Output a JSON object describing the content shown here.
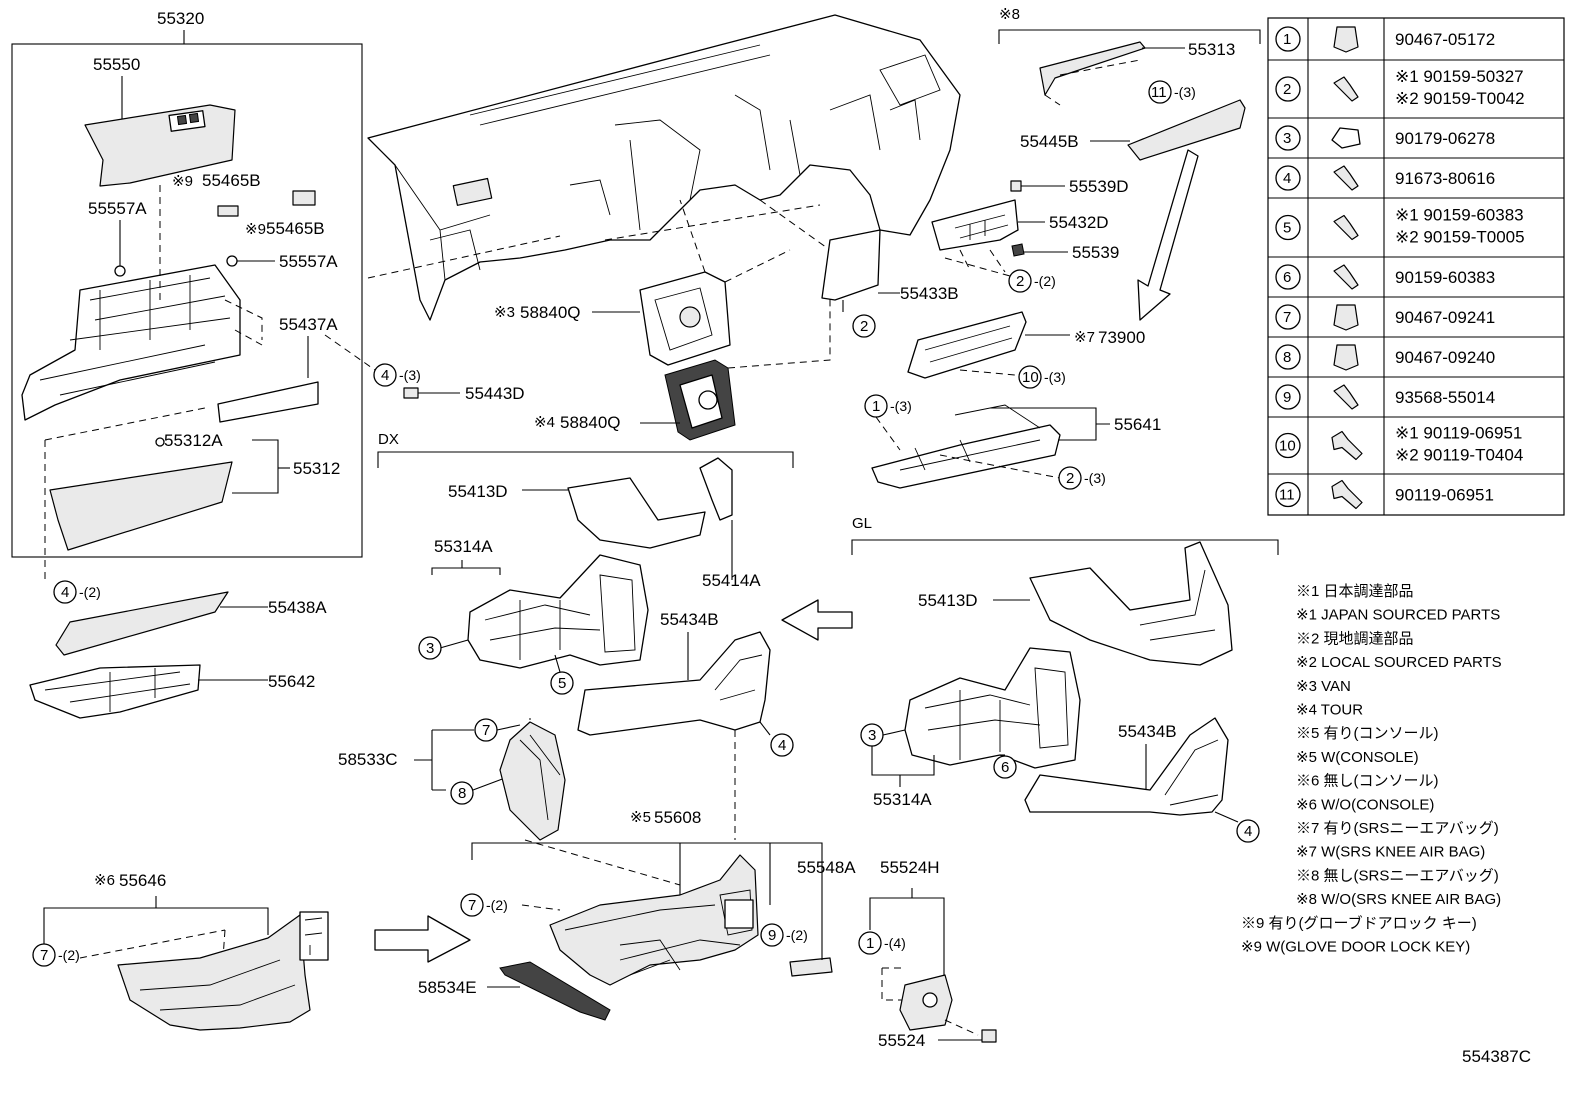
{
  "top_group": {
    "part": "55320"
  },
  "group_labels": {
    "dx": "DX",
    "gl": "GL"
  },
  "parts": {
    "p55550": "55550",
    "p55465B_a": "55465B",
    "p55465B_b": "55465B",
    "p55557A_a": "55557A",
    "p55557A_b": "55557A",
    "p55437A": "55437A",
    "p55443D": "55443D",
    "p55312A": "55312A",
    "p55312": "55312",
    "p55438A": "55438A",
    "p55642": "55642",
    "p58840Q_a": "58840Q",
    "p58840Q_b": "58840Q",
    "p55433B": "55433B",
    "p55313": "55313",
    "p55445B": "55445B",
    "p55539D": "55539D",
    "p55432D": "55432D",
    "p55539": "55539",
    "p73900": "73900",
    "p55641": "55641",
    "p55413D_dx": "55413D",
    "p55414A": "55414A",
    "p55314A_dx": "55314A",
    "p55434B_dx": "55434B",
    "p58533C": "58533C",
    "p55608": "55608",
    "p55548A": "55548A",
    "p55524H": "55524H",
    "p55646": "55646",
    "p58534E": "58534E",
    "p55524": "55524",
    "p55413D_gl": "55413D",
    "p55434B_gl": "55434B",
    "p55314A_gl": "55314A"
  },
  "note_marks": {
    "m9a": "※9",
    "m9b": "※9",
    "m3": "※3",
    "m4": "※4",
    "m7": "※7",
    "m8": "※8",
    "m5": "※5",
    "m6": "※6"
  },
  "callouts": {
    "c4a": {
      "num": "4",
      "qty": "-(3)"
    },
    "c4b": {
      "num": "4",
      "qty": "-(2)"
    },
    "c11": {
      "num": "11",
      "qty": "-(3)"
    },
    "c2a": {
      "num": "2",
      "qty": "-(2)"
    },
    "c2b": {
      "num": "2",
      "qty": ""
    },
    "c10": {
      "num": "10",
      "qty": "-(3)"
    },
    "c1a": {
      "num": "1",
      "qty": "-(3)"
    },
    "c2c": {
      "num": "2",
      "qty": "-(3)"
    },
    "c3dx": {
      "num": "3",
      "qty": ""
    },
    "c5dx": {
      "num": "5",
      "qty": ""
    },
    "c4dx": {
      "num": "4",
      "qty": ""
    },
    "c7a": {
      "num": "7",
      "qty": ""
    },
    "c8a": {
      "num": "8",
      "qty": ""
    },
    "c3gl": {
      "num": "3",
      "qty": ""
    },
    "c6gl": {
      "num": "6",
      "qty": ""
    },
    "c4gl": {
      "num": "4",
      "qty": ""
    },
    "c7b": {
      "num": "7",
      "qty": "-(2)"
    },
    "c9": {
      "num": "9",
      "qty": "-(2)"
    },
    "c1b": {
      "num": "1",
      "qty": "-(4)"
    },
    "c7c": {
      "num": "7",
      "qty": "-(2)"
    }
  },
  "fastener_table": [
    {
      "num": "1",
      "icon": "clip-icon",
      "lines": [
        "90467-05172"
      ]
    },
    {
      "num": "2",
      "icon": "screw-icon",
      "lines": [
        "※1 90159-50327",
        "※2 90159-T0042"
      ]
    },
    {
      "num": "3",
      "icon": "nut-clip-icon",
      "lines": [
        "90179-06278"
      ]
    },
    {
      "num": "4",
      "icon": "screw-icon",
      "lines": [
        "91673-80616"
      ]
    },
    {
      "num": "5",
      "icon": "screw-icon",
      "lines": [
        "※1 90159-60383",
        "※2 90159-T0005"
      ]
    },
    {
      "num": "6",
      "icon": "screw-icon",
      "lines": [
        "90159-60383"
      ]
    },
    {
      "num": "7",
      "icon": "clip-icon",
      "lines": [
        "90467-09241"
      ]
    },
    {
      "num": "8",
      "icon": "clip-icon",
      "lines": [
        "90467-09240"
      ]
    },
    {
      "num": "9",
      "icon": "screw-icon",
      "lines": [
        "93568-55014"
      ]
    },
    {
      "num": "10",
      "icon": "bolt-icon",
      "lines": [
        "※1 90119-06951",
        "※2 90119-T0404"
      ]
    },
    {
      "num": "11",
      "icon": "bolt-icon",
      "lines": [
        "90119-06951"
      ]
    }
  ],
  "notes": [
    "※1 日本調達部品",
    "※1 JAPAN SOURCED PARTS",
    "※2 現地調達部品",
    "※2 LOCAL SOURCED PARTS",
    "※3 VAN",
    "※4 TOUR",
    "※5 有り(コンソール)",
    "※5 W(CONSOLE)",
    "※6 無し(コンソール)",
    "※6 W/O(CONSOLE)",
    "※7 有り(SRSニーエアバッグ)",
    "※7 W(SRS KNEE AIR BAG)",
    "※8 無し(SRSニーエアバッグ)",
    "※8 W/O(SRS KNEE AIR BAG)",
    "※9 有り(グローブドアロック キー)",
    "※9 W(GLOVE DOOR LOCK KEY)"
  ],
  "illustration_code": "554387C"
}
